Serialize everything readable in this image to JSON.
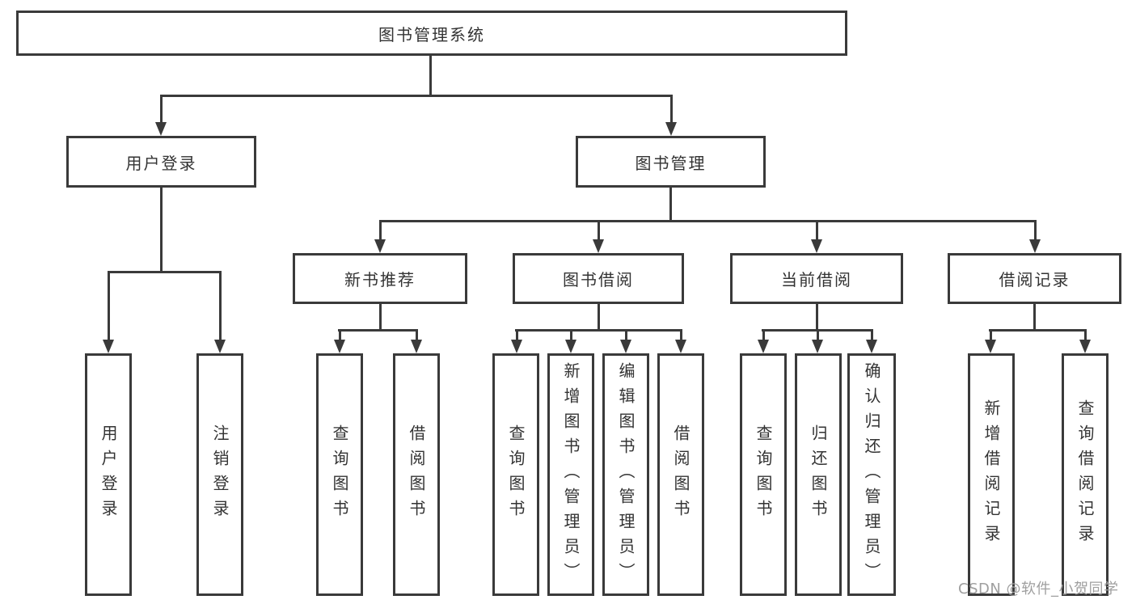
{
  "diagram_title": "图书管理系统",
  "watermark": "CSDN @软件_小贺同学",
  "colors": {
    "line": "#3a3a3a",
    "text": "#333333",
    "background": "#ffffff",
    "watermark": "#9f9f9f"
  },
  "tree": {
    "root": "图书管理系统",
    "children": [
      {
        "label": "用户登录",
        "children": [
          "用户登录",
          "注销登录"
        ]
      },
      {
        "label": "图书管理",
        "children": [
          {
            "label": "新书推荐",
            "children": [
              "查询图书",
              "借阅图书"
            ]
          },
          {
            "label": "图书借阅",
            "children": [
              "查询图书",
              "新增图书（管理员）",
              "编辑图书（管理员）",
              "借阅图书"
            ]
          },
          {
            "label": "当前借阅",
            "children": [
              "查询图书",
              "归还图书",
              "确认归还（管理员）"
            ]
          },
          {
            "label": "借阅记录",
            "children": [
              "新增借阅记录",
              "查询借阅记录"
            ]
          }
        ]
      }
    ]
  }
}
